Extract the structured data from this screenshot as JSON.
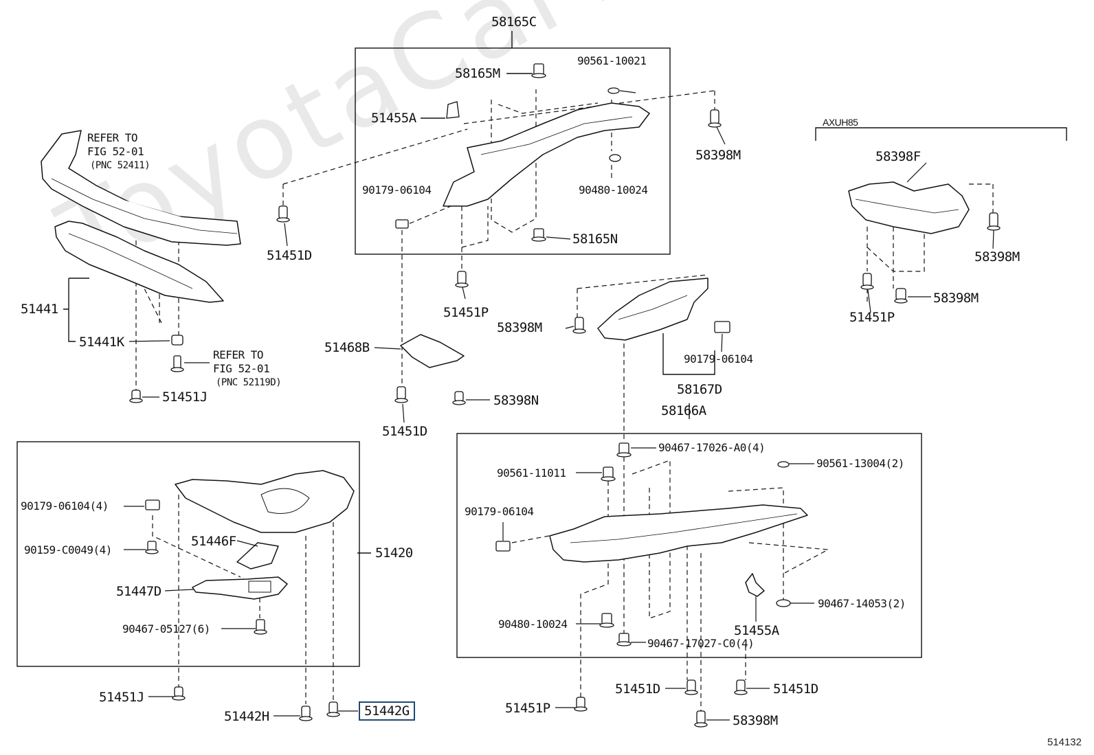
{
  "watermark": "ToyotaCarWiner.ru",
  "figure_number": "514132",
  "variant_label": "AXUH85",
  "labels": {
    "p58165C": "58165C",
    "p58165M": "58165M",
    "p90561_10021": "90561-10021",
    "p51455A_top": "51455A",
    "p58398M_a": "58398M",
    "p90179_06104_a": "90179-06104",
    "p90480_10024_a": "90480-10024",
    "p58165N": "58165N",
    "p51451D_a": "51451D",
    "p51451P_a": "51451P",
    "refer1_a": "REFER TO",
    "refer1_b": "FIG 52-01",
    "refer1_c": "(PNC 52411)",
    "p51441": "51441",
    "p51441K": "51441K",
    "refer2_a": "REFER TO",
    "refer2_b": "FIG 52-01",
    "refer2_c": "(PNC 52119D)",
    "p51451J_a": "51451J",
    "p51468B": "51468B",
    "p58398N": "58398N",
    "p51451D_b": "51451D",
    "p58398M_b": "58398M",
    "p90179_06104_b": "90179-06104",
    "p58167D": "58167D",
    "p58166A": "58166A",
    "p58398F": "58398F",
    "p58398M_c": "58398M",
    "p58398M_d": "58398M",
    "p51451P_b": "51451P",
    "p90179_06104_c": "90179-06104(4)",
    "p90159_C0049": "90159-C0049(4)",
    "p51446F": "51446F",
    "p51420": "51420",
    "p51447D": "51447D",
    "p90467_05127": "90467-05127(6)",
    "p51451J_b": "51451J",
    "p51442H": "51442H",
    "p51442G": "51442G",
    "p90467_17026": "90467-17026-A0(4)",
    "p90561_13004": "90561-13004(2)",
    "p90561_11011": "90561-11011",
    "p90179_06104_d": "90179-06104",
    "p90480_10024_b": "90480-10024",
    "p90467_14053": "90467-14053(2)",
    "p51455A_b": "51455A",
    "p90467_17027": "90467-17027-C0(4)",
    "p51451P_c": "51451P",
    "p51451D_c": "51451D",
    "p51451D_d": "51451D",
    "p58398M_e": "58398M"
  },
  "selected_part": "51442G",
  "highlight_color": "#1f4a6e"
}
